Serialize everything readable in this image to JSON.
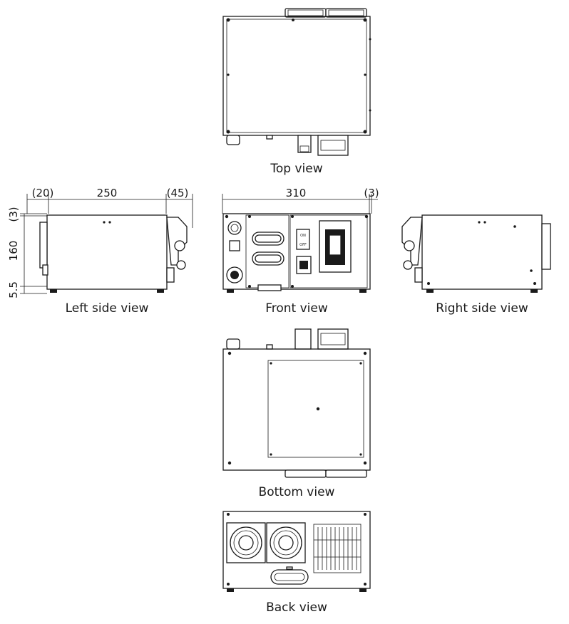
{
  "views": {
    "top": "Top view",
    "left": "Left side view",
    "front": "Front view",
    "right": "Right side view",
    "bottom": "Bottom view",
    "back": "Back view"
  },
  "dimensions": {
    "left_front_offset": "(20)",
    "depth": "250",
    "left_rear_offset": "(45)",
    "width": "310",
    "width_offset": "(3)",
    "top_offset": "(3)",
    "height": "160",
    "foot_height": "5.5"
  },
  "switch_labels": {
    "on": "ON",
    "off": "OFF"
  }
}
